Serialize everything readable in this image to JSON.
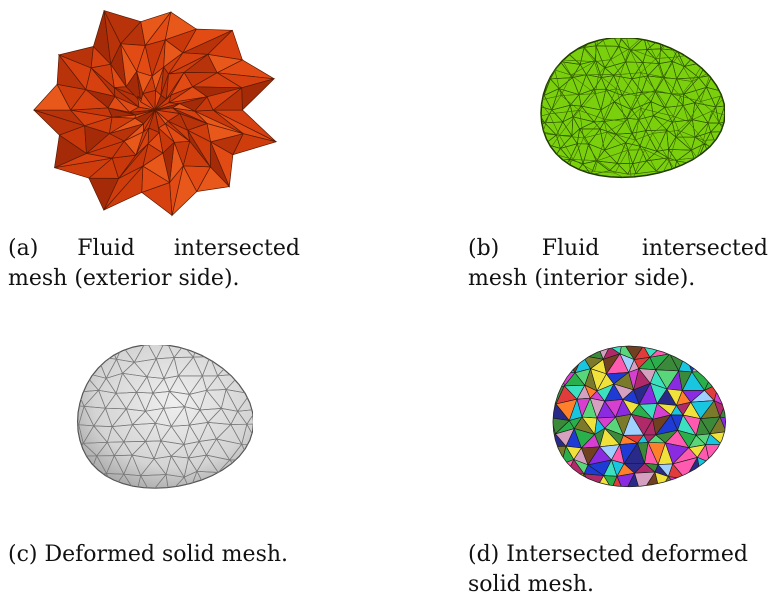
{
  "figure": {
    "panels": [
      {
        "id": "a",
        "caption_line1": [
          "(a)",
          "Fluid",
          "intersected"
        ],
        "caption_line2": "mesh (exterior side).",
        "mesh_style": "faceted-orange",
        "fill_color": "#d6400f"
      },
      {
        "id": "b",
        "caption_line1": [
          "(b)",
          "Fluid",
          "intersected"
        ],
        "caption_line2": "mesh (interior side).",
        "mesh_style": "wireframe-green",
        "fill_color": "#7ad00c"
      },
      {
        "id": "c",
        "caption_line1": "(c) Deformed solid mesh.",
        "mesh_style": "surface-gray",
        "fill_color": "#d9d9d9"
      },
      {
        "id": "d",
        "caption_line1": "(d) Intersected deformed",
        "caption_line2": "solid mesh.",
        "mesh_style": "multicolor-faceted",
        "fill_color": "#6a3fb5"
      }
    ]
  }
}
